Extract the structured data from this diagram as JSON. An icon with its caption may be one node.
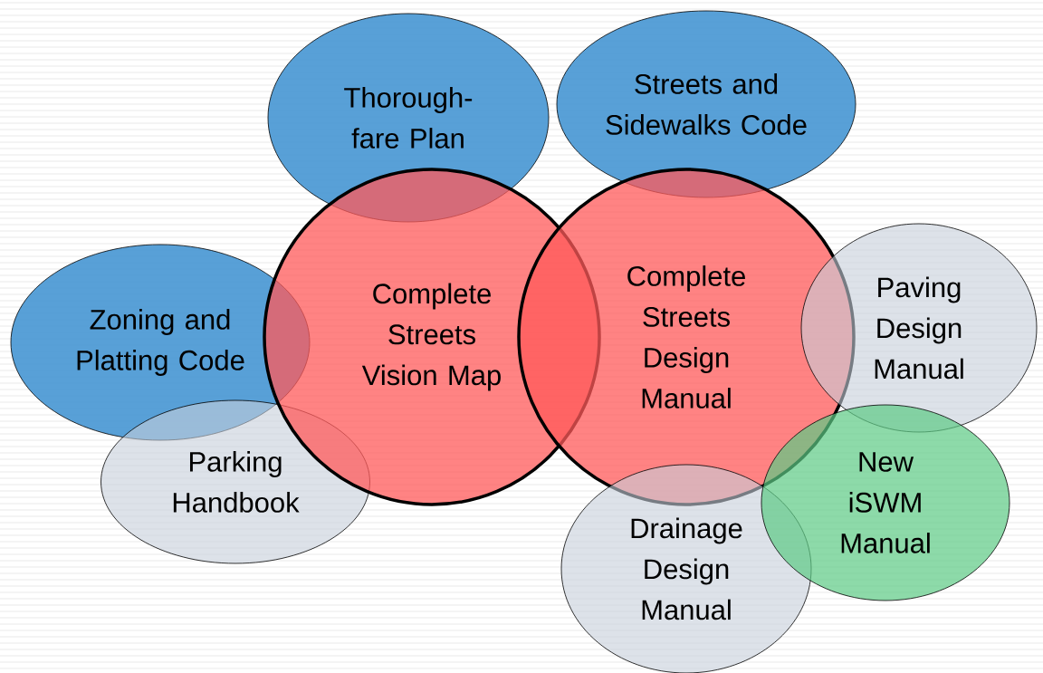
{
  "diagram": {
    "nodes": [
      {
        "text": [
          "Thorough-fare Plan"
        ]
      },
      {
        "text": [
          "Streets and Sidewalks Code"
        ]
      },
      {
        "text": [
          "Complete Streets Vision Map"
        ]
      },
      {
        "text": [
          "Complete Streets Design Manual"
        ]
      },
      {
        "text": [
          "Zoning and Platting Code"
        ]
      },
      {
        "text": [
          "Paving Design Manual"
        ]
      },
      {
        "text": [
          "Parking Handbook"
        ]
      },
      {
        "text": [
          "New iSWM Manual"
        ]
      },
      {
        "text": [
          "Drainage Design Manual"
        ]
      }
    ]
  }
}
